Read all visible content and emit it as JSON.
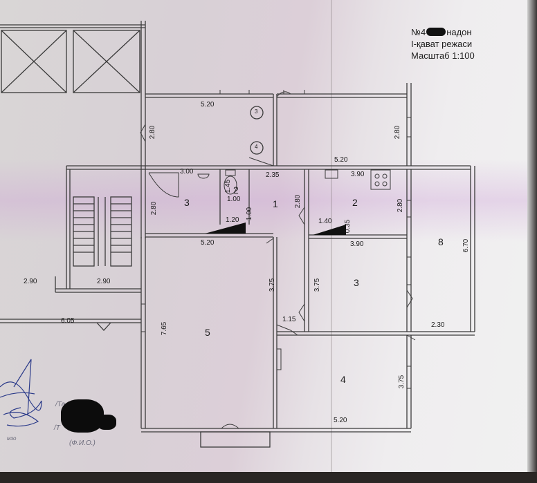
{
  "title_block": {
    "line1_prefix": "№4",
    "line1_suffix": "надон",
    "line2": "I-қават режаси",
    "line3": "Масштаб 1:100"
  },
  "dimensions": {
    "d_520_top": "5.20",
    "d_280_left": "2.80",
    "d_300": "3.00",
    "d_145": "1.45",
    "d_100_a": "1.00",
    "d_235": "2.35",
    "d_520_right_top": "5.20",
    "d_390_top": "3.90",
    "d_280_right": "2.80",
    "d_280_room3": "2.80",
    "d_120": "1.20",
    "d_100_b": "1.00",
    "d_280_room1": "2.80",
    "d_140": "1.40",
    "d_035": "0.35",
    "d_280_room2": "2.80",
    "d_520_mid": "5.20",
    "d_390_mid": "3.90",
    "d_670": "6.70",
    "d_290_a": "2.90",
    "d_290_b": "2.90",
    "d_375_a": "3.75",
    "d_375_b": "3.75",
    "d_605": "6.05",
    "d_765": "7.65",
    "d_115": "1.15",
    "d_230": "2.30",
    "d_375_c": "3.75",
    "d_520_bottom": "5.20"
  },
  "rooms": {
    "r1": "1",
    "r2_small": "2",
    "r2": "2",
    "r3_left": "3",
    "r3_right": "3",
    "r4": "4",
    "r5": "5",
    "r8": "8",
    "circle3": "3",
    "circle4": "4"
  },
  "signature": {
    "name1": "/Та      ев Р.Т./",
    "name2": "/Т",
    "caption": "(Ф.И.О.)",
    "small": "мзо"
  }
}
